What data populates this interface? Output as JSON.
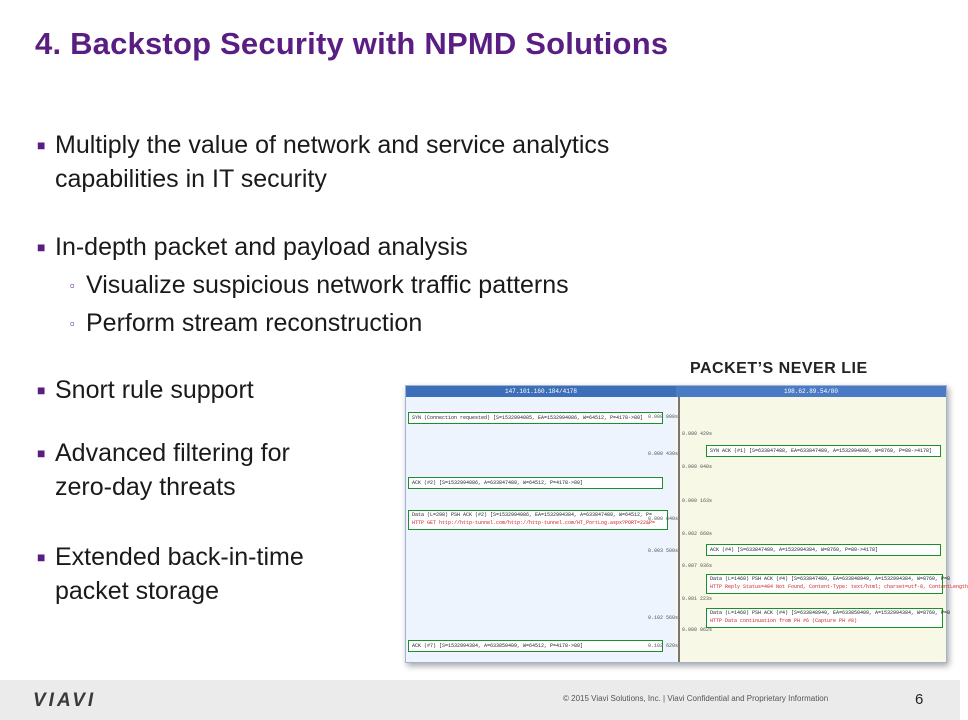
{
  "slide": {
    "title": "4. Backstop Security with NPMD Solutions",
    "bullets": [
      {
        "line1": "Multiply the value of network and service analytics",
        "line2": "capabilities in IT security"
      },
      {
        "line1": "In-depth packet and payload analysis"
      },
      {
        "line1": "Snort rule support"
      },
      {
        "line1": "Advanced filtering for",
        "line2": "zero-day threats"
      },
      {
        "line1": "Extended back-in-time",
        "line2": "packet storage"
      }
    ],
    "sub_bullets": [
      "Visualize suspicious network traffic patterns",
      "Perform stream reconstruction"
    ],
    "bullet_marker": "■",
    "sub_marker": "▫",
    "caption": "PACKET’S NEVER LIE"
  },
  "screenshot": {
    "left_host": "147.101.160.184/4178",
    "right_host": "198.62.89.54/80",
    "events": [
      "SYN (Connection requested) [S=1532994085, EA=1532994086, W=64512, P=4178->80]",
      "SYN ACK (#1) [S=633847488, EA=633847489, A=1532994086, W=8760, P=80->4178]",
      "ACK (#2) [S=1532994086, A=633847489, W=64512, P=4178->80]",
      "Data (L=298) PSH ACK (#2) [S=1532994086, EA=1532994384, A=633847489, W=64512, P=",
      "HTTP GET http://http-tunnel.com/http://http-tunnel.com/HT_PortLog.aspx?PORT=22&P=",
      "ACK (#4) [S=633847489, A=1532994384, W=8760, P=80->4178]",
      "Data (L=1460) PSH ACK (#4) [S=633847489, EA=633848949, A=1532994384, W=8760, P=8",
      "HTTP Reply Status=404 Not Found, Content-Type: text/html; charset=utf-8, ContentLength",
      "Data (L=1460) PSH ACK (#4) [S=633848949, EA=633850409, A=1532994384, W=8760, P=8",
      "HTTP Data continuation from PH #6 (Capture PH #8)",
      "ACK (#7) [S=1532994384, A=633850409, W=64512, P=4178->80]"
    ],
    "times": [
      "0.000 000s",
      "0.000 429s",
      "0.000 430s",
      "0.000 048s",
      "0.000 163s",
      "0.000 640s",
      "0.002 660s",
      "0.003 500s",
      "0.007 936s",
      "0.001 223s",
      "0.102 560s",
      "0.000 062s",
      "0.102 620s"
    ]
  },
  "footer": {
    "logo": "VIAVI",
    "copyright": "© 2015 Viavi Solutions, Inc. | Viavi Confidential and Proprietary Information",
    "page": "6"
  }
}
